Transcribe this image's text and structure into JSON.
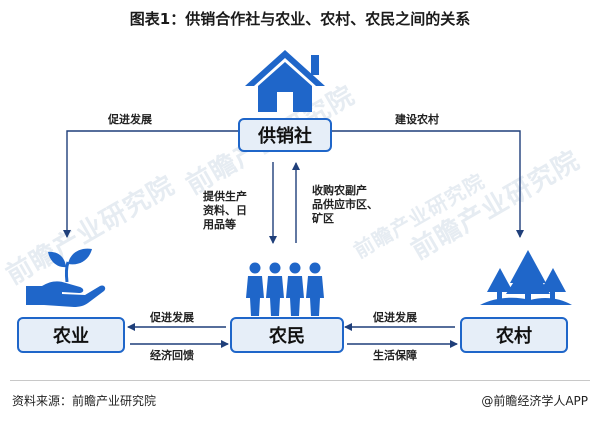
{
  "title": "图表1：供销合作社与农业、农村、农民之间的关系",
  "watermark": "前瞻产业研究院",
  "nodes": {
    "cooperative": "供销社",
    "agriculture": "农业",
    "farmers": "农民",
    "rural": "农村"
  },
  "edges": {
    "coop_to_agriculture": "促进发展",
    "coop_to_rural": "建设农村",
    "coop_to_farmers": [
      "提供生产",
      "资料、日",
      "用品等"
    ],
    "farmers_to_coop": [
      "收购农副产",
      "品供应市区、",
      "矿区"
    ],
    "farmers_to_agriculture": "促进发展",
    "agriculture_to_farmers": "经济回馈",
    "rural_to_farmers": "促进发展",
    "farmers_to_rural": "生活保障"
  },
  "footer": {
    "source": "资料来源：前瞻产业研究院",
    "brand": "@前瞻经济学人APP"
  },
  "colors": {
    "accent": "#1f66c9",
    "box_fill": "#e6eef8",
    "arrow": "#1f3f7a"
  },
  "icons": [
    "house-icon",
    "plant-hand-icon",
    "people-icon",
    "trees-icon"
  ]
}
